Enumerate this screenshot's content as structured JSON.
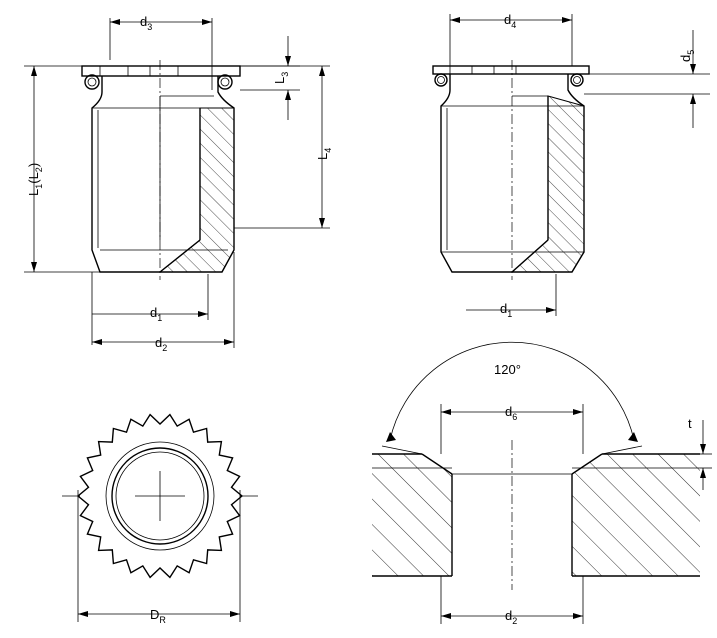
{
  "labels": {
    "d3": {
      "main": "d",
      "sub": "3"
    },
    "d4": {
      "main": "d",
      "sub": "4"
    },
    "d5": {
      "main": "d",
      "sub": "5"
    },
    "L3": {
      "main": "L",
      "sub": "3"
    },
    "L4": {
      "main": "L",
      "sub": "4"
    },
    "L1L2": {
      "main1": "L",
      "sub1": "1",
      "mid": "(L",
      "sub2": "2",
      "end": ")"
    },
    "d1_left": {
      "main": "d",
      "sub": "1"
    },
    "d1_right": {
      "main": "d",
      "sub": "1"
    },
    "d2_top": {
      "main": "d",
      "sub": "2"
    },
    "d6": {
      "main": "d",
      "sub": "6"
    },
    "d2_bottom": {
      "main": "d",
      "sub": "2"
    },
    "DR": {
      "main": "D",
      "sub": "R"
    },
    "angle": "120°",
    "t": "t"
  },
  "colors": {
    "line": "#000000",
    "background": "#ffffff"
  }
}
